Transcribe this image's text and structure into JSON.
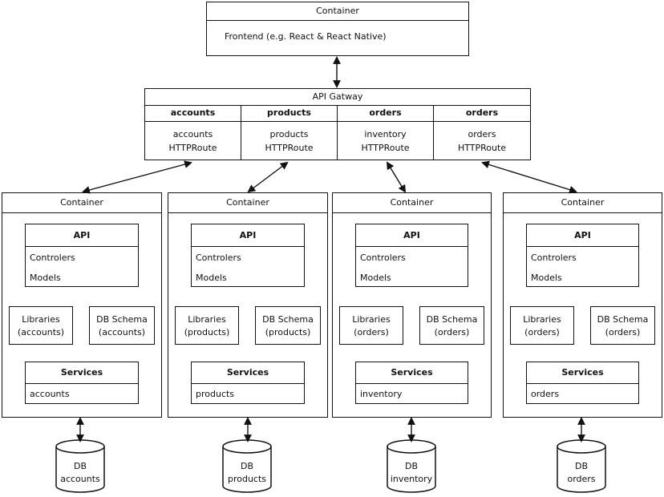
{
  "frontend": {
    "title": "Container",
    "body": "Frontend (e.g. React & React Native)"
  },
  "gateway": {
    "title": "API Gatway",
    "cols": [
      {
        "header": "accounts",
        "line1": "accounts",
        "line2": "HTTPRoute"
      },
      {
        "header": "products",
        "line1": "products",
        "line2": "HTTPRoute"
      },
      {
        "header": "orders",
        "line1": "inventory",
        "line2": "HTTPRoute"
      },
      {
        "header": "orders",
        "line1": "orders",
        "line2": "HTTPRoute"
      }
    ]
  },
  "containers": [
    {
      "title": "Container",
      "api": "API",
      "api_items": [
        "Controlers",
        "Models"
      ],
      "lib": [
        "Libraries",
        "(accounts)"
      ],
      "db_schema": [
        "DB Schema",
        "(accounts)"
      ],
      "services": "Services",
      "service_item": "accounts",
      "db": [
        "DB",
        "accounts"
      ]
    },
    {
      "title": "Container",
      "api": "API",
      "api_items": [
        "Controlers",
        "Models"
      ],
      "lib": [
        "Libraries",
        "(products)"
      ],
      "db_schema": [
        "DB Schema",
        "(products)"
      ],
      "services": "Services",
      "service_item": "products",
      "db": [
        "DB",
        "products"
      ]
    },
    {
      "title": "Container",
      "api": "API",
      "api_items": [
        "Controlers",
        "Models"
      ],
      "lib": [
        "Libraries",
        "(orders)"
      ],
      "db_schema": [
        "DB Schema",
        "(orders)"
      ],
      "services": "Services",
      "service_item": "inventory",
      "db": [
        "DB",
        "inventory"
      ]
    },
    {
      "title": "Container",
      "api": "API",
      "api_items": [
        "Controlers",
        "Models"
      ],
      "lib": [
        "Libraries",
        "(orders)"
      ],
      "db_schema": [
        "DB Schema",
        "(orders)"
      ],
      "services": "Services",
      "service_item": "orders",
      "db": [
        "DB",
        "orders"
      ]
    }
  ]
}
